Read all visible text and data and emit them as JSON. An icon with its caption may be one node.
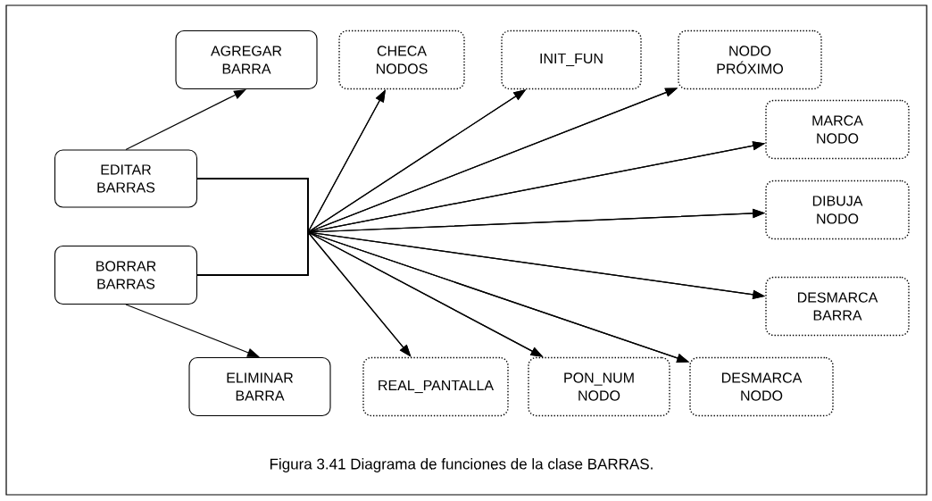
{
  "diagram": {
    "caption": "Figura 3.41 Diagrama de funciones de la clase BARRAS.",
    "nodes": [
      {
        "text": [
          "AGREGAR BARRA"
        ]
      },
      {
        "text": [
          "CHECA NODOS"
        ]
      },
      {
        "text": [
          "INIT_FUN"
        ]
      },
      {
        "text": [
          "NODO PRÓXIMO"
        ]
      },
      {
        "text": [
          "MARCA NODO"
        ]
      },
      {
        "text": [
          "EDITAR BARRAS"
        ]
      },
      {
        "text": [
          "DIBUJA NODO"
        ]
      },
      {
        "text": [
          "BORRAR BARRAS"
        ]
      },
      {
        "text": [
          "DESMARCA BARRA"
        ]
      },
      {
        "text": [
          "ELIMINAR BARRA"
        ]
      },
      {
        "text": [
          "REAL_PANTALLA"
        ]
      },
      {
        "text": [
          "PON_NUM NODO"
        ]
      },
      {
        "text": [
          "DESMARCA NODO"
        ]
      }
    ],
    "edges": [
      {
        "from": 5,
        "to": 0,
        "arrow": "to"
      },
      {
        "from": 7,
        "to": 9,
        "arrow": "to"
      },
      {
        "from": 5,
        "to": 1,
        "arrow": "to"
      },
      {
        "from": 5,
        "to": 2,
        "arrow": "to"
      },
      {
        "from": 5,
        "to": 3,
        "arrow": "to"
      },
      {
        "from": 5,
        "to": 4,
        "arrow": "to"
      },
      {
        "from": 5,
        "to": 6,
        "arrow": "to"
      },
      {
        "from": 5,
        "to": 8,
        "arrow": "to"
      },
      {
        "from": 5,
        "to": 12,
        "arrow": "to"
      },
      {
        "from": 5,
        "to": 11,
        "arrow": "to"
      },
      {
        "from": 5,
        "to": 10,
        "arrow": "to"
      },
      {
        "from": 7,
        "to": 1,
        "arrow": "to"
      },
      {
        "from": 7,
        "to": 2,
        "arrow": "to"
      },
      {
        "from": 7,
        "to": 3,
        "arrow": "to"
      },
      {
        "from": 7,
        "to": 4,
        "arrow": "to"
      },
      {
        "from": 7,
        "to": 6,
        "arrow": "to"
      },
      {
        "from": 7,
        "to": 8,
        "arrow": "to"
      },
      {
        "from": 7,
        "to": 12,
        "arrow": "to"
      },
      {
        "from": 7,
        "to": 11,
        "arrow": "to"
      },
      {
        "from": 7,
        "to": 10,
        "arrow": "to"
      }
    ]
  }
}
